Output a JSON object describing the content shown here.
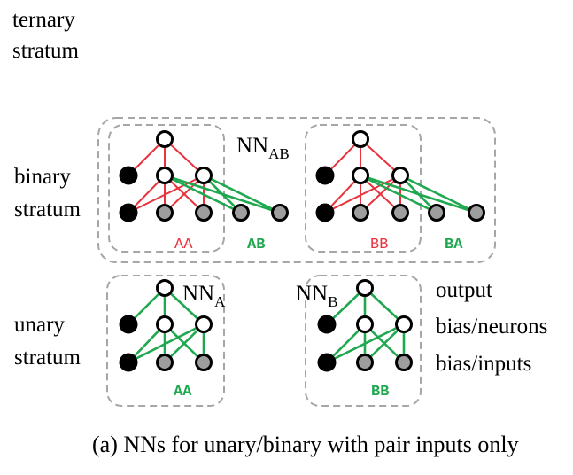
{
  "strata": {
    "ternary": [
      "ternary",
      "stratum"
    ],
    "binary": [
      "binary",
      "stratum"
    ],
    "unary": [
      "unary",
      "stratum"
    ]
  },
  "networks": {
    "ab": {
      "base": "NN",
      "sub": "AB"
    },
    "a": {
      "base": "NN",
      "sub": "A"
    },
    "b": {
      "base": "NN",
      "sub": "B"
    }
  },
  "pair_labels": {
    "binary_left_red": "AA",
    "binary_left_green": "AB",
    "binary_right_red": "BB",
    "binary_right_green": "BA",
    "unary_left": "AA",
    "unary_right": "BB"
  },
  "legend": {
    "output": "output",
    "bias_neurons": "bias/neurons",
    "bias_inputs": "bias/inputs"
  },
  "caption": "(a) NNs for unary/binary with pair inputs only",
  "colors": {
    "red_edges": "#e8323c",
    "green_edges": "#1fa84f",
    "box_dash": "#a6a6a6",
    "gray_node": "#9e9e9e"
  }
}
